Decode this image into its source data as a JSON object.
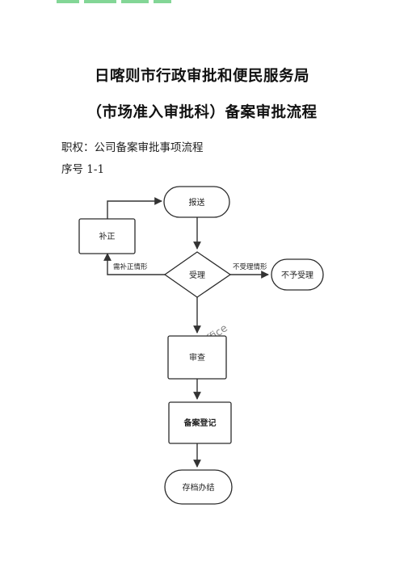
{
  "document": {
    "title_line1": "日喀则市行政审批和便民服务局",
    "title_line2": "（市场准入审批科）备案审批流程",
    "authority_line": "职权：公司备案审批事项流程",
    "serial_line": "序号 1-1"
  },
  "flowchart": {
    "nodes": {
      "submit": "报送",
      "accept": "受理",
      "supplement": "补正",
      "reject": "不予受理",
      "review": "审查",
      "register": "备案登记",
      "archive": "存档办结"
    },
    "edge_labels": {
      "needs_supplement": "需补正情形",
      "not_accepted": "不受理情形"
    }
  },
  "watermark": "WPS Office"
}
